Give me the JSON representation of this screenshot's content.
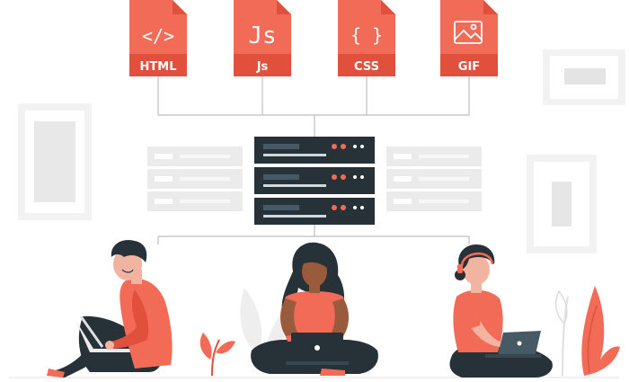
{
  "files": [
    {
      "label": "HTML",
      "glyph": "</>"
    },
    {
      "label": "Js",
      "glyph": "Js"
    },
    {
      "label": "CSS",
      "glyph": "{ }"
    },
    {
      "label": "GIF",
      "glyph": ""
    }
  ],
  "colors": {
    "accent": "#f16b57",
    "accent_dark": "#e0503d",
    "server": "#263238",
    "light_gray": "#ebebeb",
    "mid_gray": "#d9d9d9",
    "skin_light": "#f0b4a0",
    "skin_dark": "#9a5b3d",
    "pants": "#263238"
  },
  "icons": {
    "gif_image": "image-icon"
  }
}
